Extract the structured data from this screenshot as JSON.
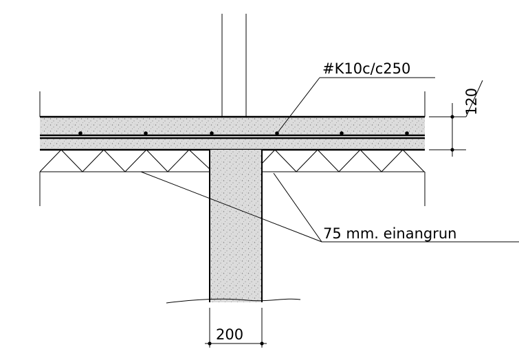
{
  "annotations": {
    "rebar_label": "#K10c/c250",
    "slab_dimension": "120",
    "insulation_label": "75  mm.  einangrun",
    "wall_dimension": "200"
  },
  "colors": {
    "line": "#000000",
    "concrete_fill": "#d9d9d9",
    "background": "#ffffff"
  }
}
